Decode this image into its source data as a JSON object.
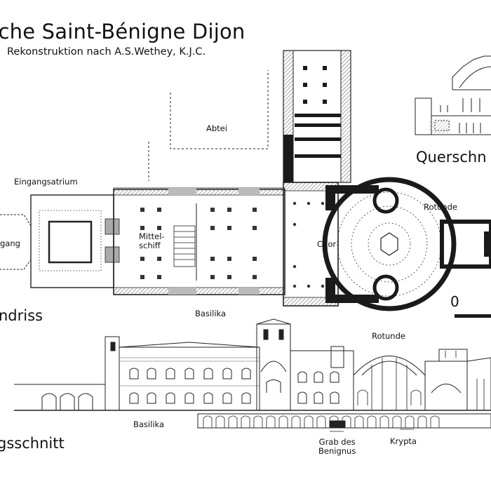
{
  "title": "rche Saint-Bénigne Dijon",
  "subtitle": "Rekonstruktion nach A.S.Wethey, K.J.C.",
  "section_labels": {
    "cross_section": "Querschn",
    "ground_plan": "ndriss",
    "longitudinal_section": "gsschnitt"
  },
  "plan_labels": {
    "abbey": "Abtei",
    "entrance_atrium": "Eingangsatrium",
    "entrance": "gang",
    "nave": "Mittel-\nschiff",
    "choir": "Chor",
    "rotunda": "Rotunde",
    "basilica": "Basilika"
  },
  "section_view_labels": {
    "rotunda": "Rotunde",
    "basilica": "Basilika",
    "tomb": "Grab des\nBenignus",
    "crypt": "Krypta"
  },
  "scale": {
    "zero": "0"
  },
  "colors": {
    "ink": "#111111",
    "wall": "#1a1a1a",
    "hatch": "#9a9a9a",
    "background": "#ffffff"
  }
}
